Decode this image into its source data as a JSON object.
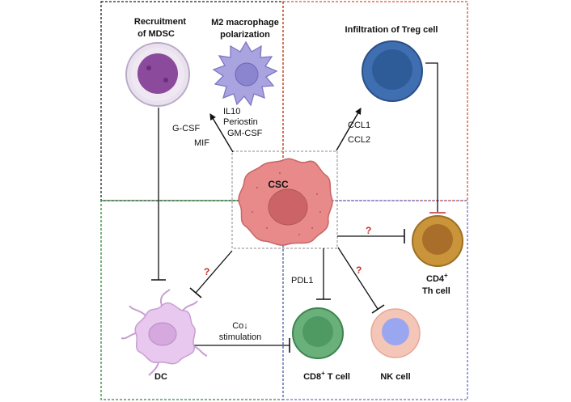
{
  "quadrants": {
    "top_left": {
      "border_color": "#222222"
    },
    "top_right": {
      "border_color": "#d9502a"
    },
    "bottom_left": {
      "border_color": "#2f8a3a"
    },
    "bottom_right": {
      "border_color": "#6a6fc9"
    }
  },
  "cells": {
    "mdsc": {
      "title_line1": "Recruitment",
      "title_line2": "of MDSC",
      "color": "#8b4a9c"
    },
    "m2": {
      "title_line1": "M2 macrophage",
      "title_line2": "polarization",
      "color": "#a9a3e0"
    },
    "treg": {
      "title": "Infiltration of Treg cell",
      "color": "#3f6fb0"
    },
    "csc": {
      "label": "CSC",
      "color": "#e88a8a"
    },
    "cd4": {
      "label_base": "CD4",
      "label_sup": "+",
      "label_line2": "Th cell",
      "color": "#c9943a"
    },
    "dc": {
      "label": "DC",
      "color": "#e8c8ee"
    },
    "cd8": {
      "label_base": "CD8",
      "label_sup": "+",
      "label_suffix": " T cell",
      "color": "#6ab07a"
    },
    "nk": {
      "label": "NK cell",
      "color": "#f4c6b8",
      "nucleus_color": "#9aa6f0"
    }
  },
  "arrows": {
    "to_m2": {
      "left_labels": [
        "G-CSF",
        "MIF"
      ],
      "right_labels": [
        "IL10",
        "Periostin",
        "GM-CSF"
      ]
    },
    "to_treg": {
      "labels": [
        "CCL1",
        "CCL2"
      ]
    },
    "to_cd8": {
      "label": "PDL1"
    },
    "dc_to_cd8": {
      "label_line1": "Co↓",
      "label_line2": "stimulation"
    },
    "question_mark": "?"
  }
}
